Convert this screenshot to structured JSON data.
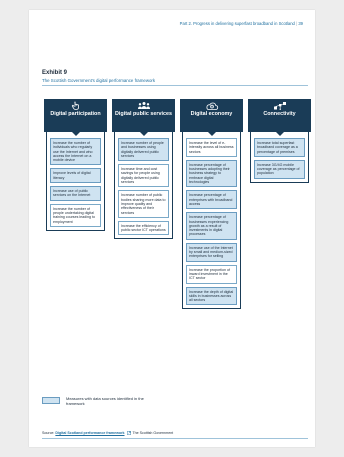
{
  "running_head": {
    "text": "Part 2. Progress in delivering superfast broadband in Scotland",
    "page_number": "39"
  },
  "exhibit": {
    "label": "Exhibit 9",
    "title": "The Scottish Government's digital performance framework"
  },
  "columns": [
    {
      "title": "Digital participation",
      "icon": "hand-pointer-icon",
      "measures": [
        {
          "text": "Increase the number of individuals who regularly use the Internet and who access the Internet on a mobile device",
          "data_source": true
        },
        {
          "text": "Improve levels of digital literacy",
          "data_source": true
        },
        {
          "text": "Increase use of public services on the Internet",
          "data_source": true
        },
        {
          "text": "Increase the number of people undertaking digital training courses leading to employment",
          "data_source": false
        }
      ]
    },
    {
      "title": "Digital public services",
      "icon": "people-group-icon",
      "measures": [
        {
          "text": "Increase number of people and businesses using digitally delivered public services",
          "data_source": true
        },
        {
          "text": "Increase time and cost savings for people using digitally delivered public services",
          "data_source": false
        },
        {
          "text": "Increase number of public bodies sharing more data to improve quality and effectiveness of their services",
          "data_source": false
        },
        {
          "text": "Increase the efficiency of public sector ICT operations",
          "data_source": false
        }
      ]
    },
    {
      "title": "Digital economy",
      "icon": "cloud-gear-icon",
      "measures": [
        {
          "text": "Increase the level of e-intensity across all business sectors",
          "data_source": false
        },
        {
          "text": "Increase percentage of businesses adopting their business strategy to embrace digital technologies",
          "data_source": true
        },
        {
          "text": "Increase percentage of enterprises with broadband access",
          "data_source": true
        },
        {
          "text": "Increase percentage of businesses experiencing growth as a result of investments in digital processes",
          "data_source": true
        },
        {
          "text": "Increase use of the Internet by small and medium-sized enterprises for selling",
          "data_source": true
        },
        {
          "text": "Increase the proportion of inward investment in the ICT sector",
          "data_source": false
        },
        {
          "text": "Increase the depth of digital skills in businesses across all sectors",
          "data_source": true
        }
      ]
    },
    {
      "title": "Connectivity",
      "icon": "network-icon",
      "measures": [
        {
          "text": "Increase total superfast broadband coverage as a percentage of premises",
          "data_source": true
        },
        {
          "text": "Increase 3G/4G mobile coverage as percentage of population",
          "data_source": true
        }
      ]
    }
  ],
  "legend": {
    "text": "Measures with data sources identified in the framework"
  },
  "source": {
    "prefix": "Source:",
    "link_text": "Digital Scotland performance framework",
    "suffix": "The Scottish Government"
  },
  "colors": {
    "header": "#1a3c57",
    "accent": "#1f6f9f",
    "data_fill": "#cfe3f1"
  }
}
